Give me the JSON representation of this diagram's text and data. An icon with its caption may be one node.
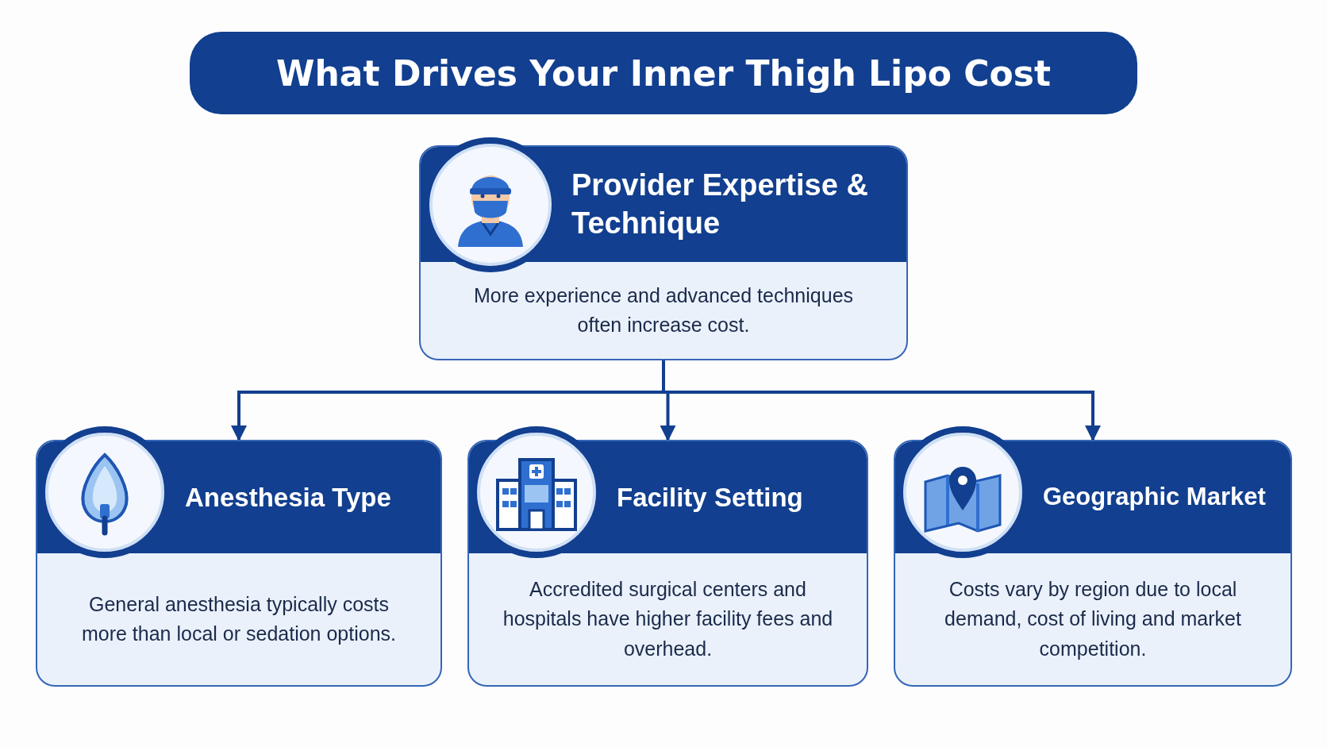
{
  "diagram": {
    "title": "What Drives Your Inner Thigh Lipo Cost",
    "nodes": [
      {
        "text": [
          "Provider Expertise & Technique",
          "More experience and advanced techniques often increase cost."
        ]
      },
      {
        "text": [
          "Anesthesia Type",
          "General anesthesia typically costs more than local or sedation options."
        ]
      },
      {
        "text": [
          "Facility Setting",
          "Accredited surgical centers and hospitals have higher facility fees and overhead."
        ]
      },
      {
        "text": [
          "Geographic Market",
          "Costs vary by region due to local demand, cost of living and market competition."
        ]
      }
    ],
    "edges": [
      {
        "from": 0,
        "to": 1,
        "arrow": "to"
      },
      {
        "from": 0,
        "to": 2,
        "arrow": "to"
      },
      {
        "from": 0,
        "to": 3,
        "arrow": "to"
      }
    ]
  }
}
